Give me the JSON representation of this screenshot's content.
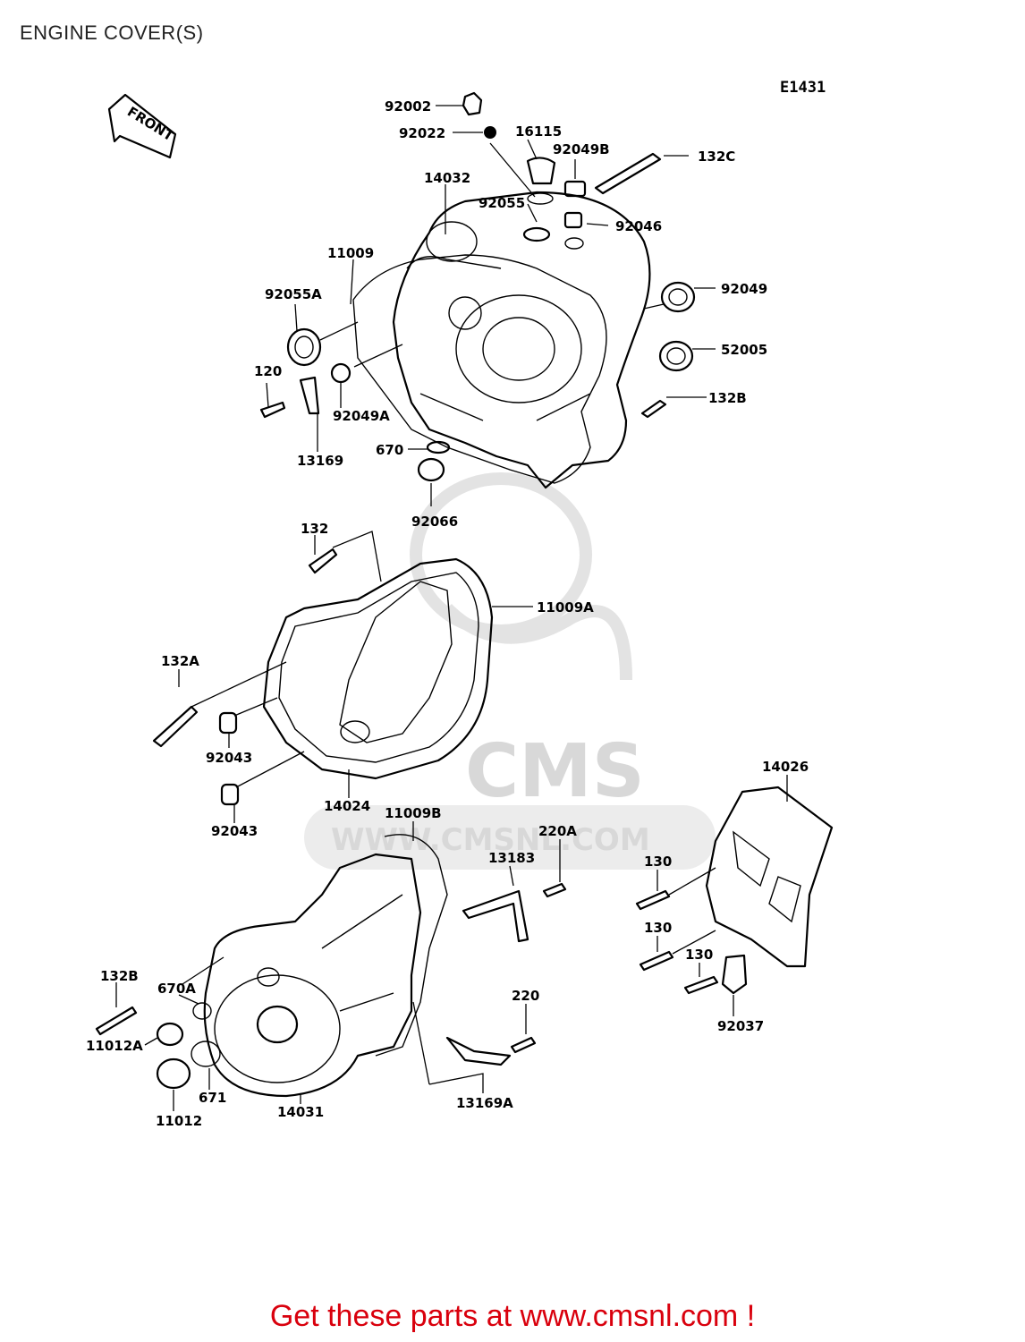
{
  "header": {
    "title": "ENGINE COVER(S)",
    "diagram_code": "E1431"
  },
  "front_arrow": {
    "text": "FRONT"
  },
  "watermark": {
    "brand": "CMS",
    "site": "WWW.CMSNL.COM"
  },
  "parts": [
    {
      "id": "92002"
    },
    {
      "id": "92022"
    },
    {
      "id": "16115"
    },
    {
      "id": "92049B"
    },
    {
      "id": "132C"
    },
    {
      "id": "14032"
    },
    {
      "id": "92055"
    },
    {
      "id": "92046"
    },
    {
      "id": "11009"
    },
    {
      "id": "92049"
    },
    {
      "id": "92055A"
    },
    {
      "id": "52005"
    },
    {
      "id": "120"
    },
    {
      "id": "132B"
    },
    {
      "id": "92049A"
    },
    {
      "id": "670"
    },
    {
      "id": "13169"
    },
    {
      "id": "92066"
    },
    {
      "id": "132"
    },
    {
      "id": "11009A"
    },
    {
      "id": "132A"
    },
    {
      "id": "92043"
    },
    {
      "id": "14024"
    },
    {
      "id": "92043"
    },
    {
      "id": "14026"
    },
    {
      "id": "11009B"
    },
    {
      "id": "220A"
    },
    {
      "id": "13183"
    },
    {
      "id": "130"
    },
    {
      "id": "130"
    },
    {
      "id": "130"
    },
    {
      "id": "132B"
    },
    {
      "id": "670A"
    },
    {
      "id": "220"
    },
    {
      "id": "92037"
    },
    {
      "id": "11012A"
    },
    {
      "id": "671"
    },
    {
      "id": "14031"
    },
    {
      "id": "13169A"
    },
    {
      "id": "11012"
    }
  ],
  "footer": {
    "text": "Get these parts at www.cmsnl.com !"
  }
}
